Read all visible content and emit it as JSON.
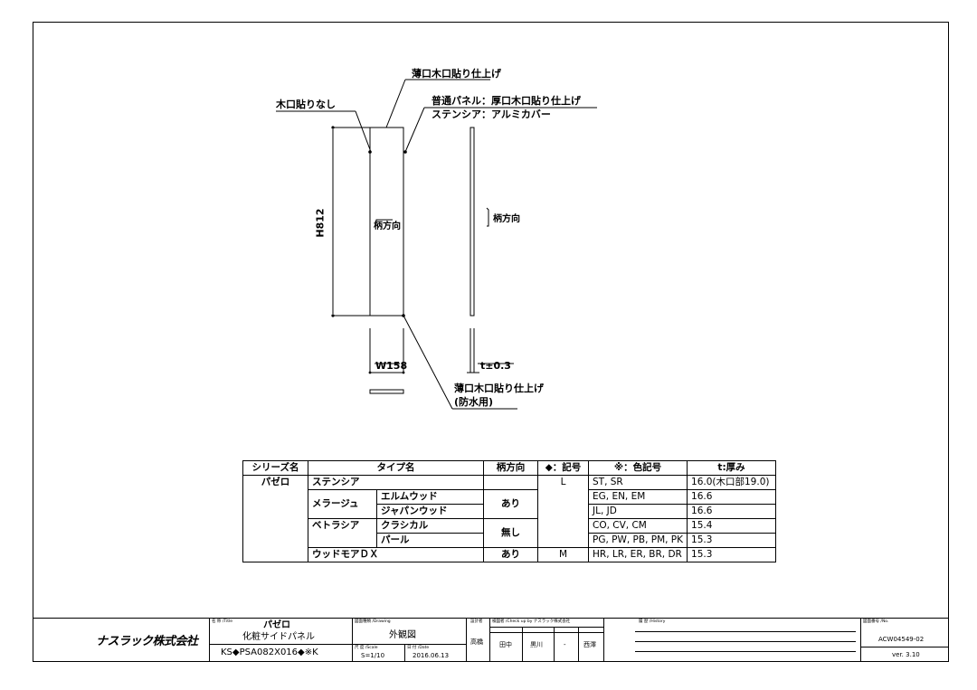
{
  "labels": {
    "top_edge": "薄口木口貼り仕上げ",
    "no_edge": "木口貼りなし",
    "side_edge_line1": "普通パネル：厚口木口貼り仕上げ",
    "side_edge_line2": "ステンシア：アルミカバー",
    "height": "H812",
    "grain_front": "柄方向",
    "grain_side": "柄方向",
    "width": "W158",
    "thickness": "t±0.3",
    "bottom_edge_line1": "薄口木口貼り仕上げ",
    "bottom_edge_line2": "(防水用)"
  },
  "table": {
    "headers": [
      "シリーズ名",
      "タイプ名",
      "柄方向",
      "◆：記号",
      "※：色記号",
      "t:厚み"
    ],
    "series": "パゼロ",
    "rows": [
      {
        "type1": "ステンシア",
        "type2": "",
        "grain": "",
        "symbol": "L",
        "color": "ST, SR",
        "thickness": "16.0(木口部19.0)"
      },
      {
        "type1": "メラージュ",
        "type2": "エルムウッド",
        "grain": "あり",
        "symbol": "",
        "color": "EG, EN, EM",
        "thickness": "16.6"
      },
      {
        "type1": "",
        "type2": "ジャパンウッド",
        "grain": "",
        "symbol": "",
        "color": "JL, JD",
        "thickness": "16.6"
      },
      {
        "type1": "ベトラシア",
        "type2": "クラシカル",
        "grain": "無し",
        "symbol": "",
        "color": "CO, CV, CM",
        "thickness": "15.4"
      },
      {
        "type1": "",
        "type2": "パール",
        "grain": "",
        "symbol": "",
        "color": "PG, PW, PB, PM, PK",
        "thickness": "15.3"
      },
      {
        "type1": "ウッドモアＤＸ",
        "type2": "",
        "grain": "あり",
        "symbol": "M",
        "color": "HR, LR, ER, BR, DR",
        "thickness": "15.3"
      }
    ]
  },
  "title_block": {
    "company": "ナスラック株式会社",
    "title_caption": "名 称 /Title",
    "title_line1": "パゼロ",
    "title_line2": "化粧サイドパネル",
    "model": "KS◆PSA082X016◆※K",
    "drawing_caption": "図面種類 /Drawing",
    "drawing": "外観図",
    "scale_caption": "尺 度 /Scale",
    "scale": "S=1/10",
    "date_caption": "日 付 /Date",
    "date": "2016.06.13",
    "designer_caption": "設計者",
    "designer": "高橋",
    "check_caption": "検図者 /Check up by ナスラック株式会社",
    "checkers": [
      "田中",
      "黒川",
      "-",
      "西澤"
    ],
    "history_caption": "履 歴 /History",
    "number_caption": "図面番号 /No.",
    "number": "ACW04549-02",
    "version": "ver. 3.10"
  }
}
